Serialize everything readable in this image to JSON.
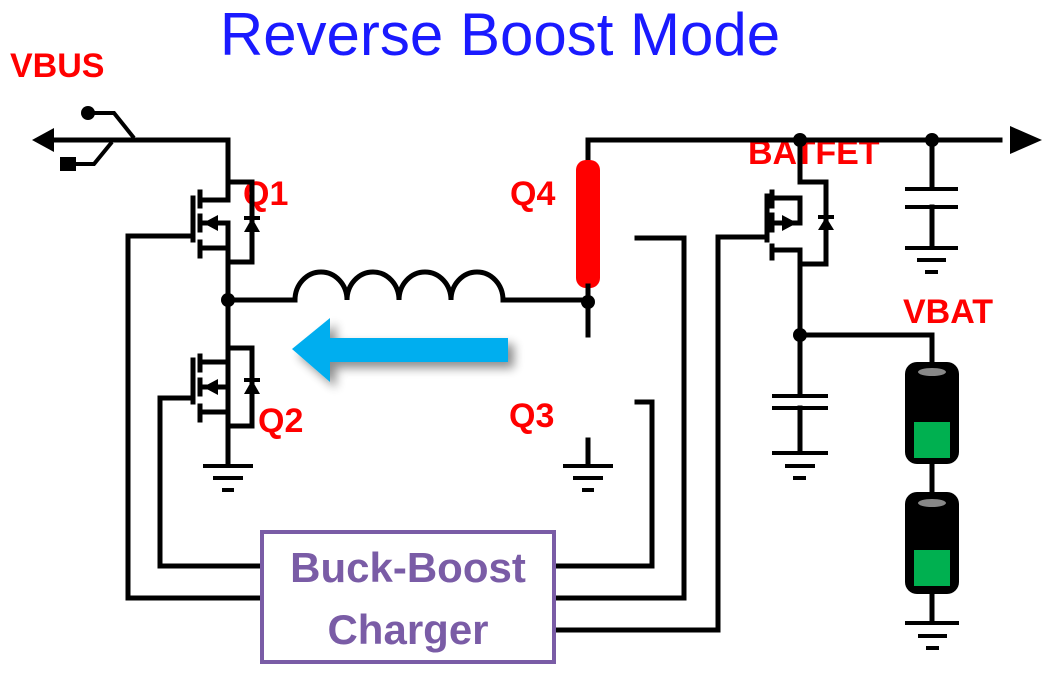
{
  "title": "Reverse Boost Mode",
  "labels": {
    "vbus": "VBUS",
    "q1": "Q1",
    "q2": "Q2",
    "q3": "Q3",
    "q4": "Q4",
    "batfet": "BATFET",
    "vbat": "VBAT"
  },
  "controller": {
    "line1": "Buck-Boost",
    "line2": "Charger"
  },
  "colors": {
    "title": "#1a1aff",
    "labels": "#ff0000",
    "q4_active": "#ff0000",
    "current_arrow": "#00aeef",
    "controller_border": "#7a5ca6",
    "battery_charge": "#00b050"
  },
  "current_flow": {
    "direction": "right-to-left",
    "description": "Energy flows from battery through Q4 and inductor toward VBUS"
  },
  "battery": {
    "cells": 2
  }
}
